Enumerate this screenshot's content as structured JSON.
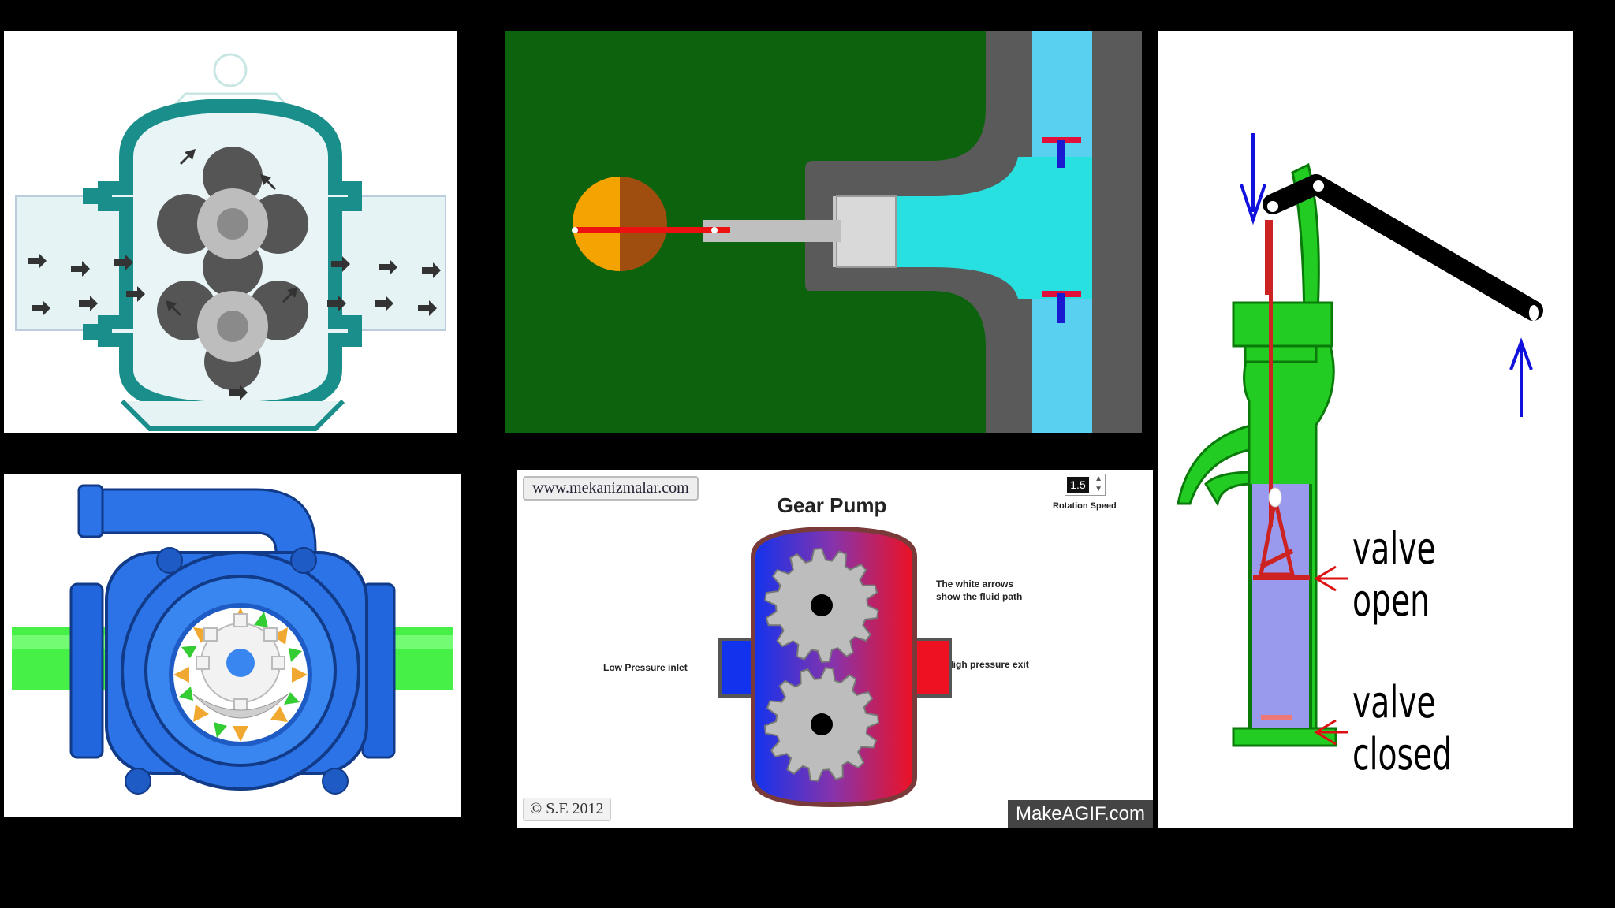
{
  "lobe_pump": {
    "icon": "lobe-pump-diagram"
  },
  "piston_pump": {
    "icon": "piston-pump-diagram"
  },
  "hand_pump": {
    "icon": "hand-pump-diagram",
    "label_valve_open_1": "valve",
    "label_valve_open_2": "open",
    "label_valve_closed_1": "valve",
    "label_valve_closed_2": "closed",
    "colors": {
      "body": "#22cc22",
      "water": "#9999ee",
      "arrow_blue": "#1111dd",
      "arrow_red": "#dd1111"
    }
  },
  "internal_gear_pump": {
    "icon": "internal-gear-pump-render"
  },
  "gear_pump": {
    "website": "www.mekanizmalar.com",
    "title": "Gear Pump",
    "rotation_speed_label": "Rotation Speed",
    "speed_value": "1.5",
    "note_line1": "The white arrows",
    "note_line2": "show the fluid path",
    "inlet_label": "Low Pressure inlet",
    "exit_label": "High pressure exit",
    "copyright": "© S.E 2012",
    "watermark": "MakeAGIF.com"
  }
}
